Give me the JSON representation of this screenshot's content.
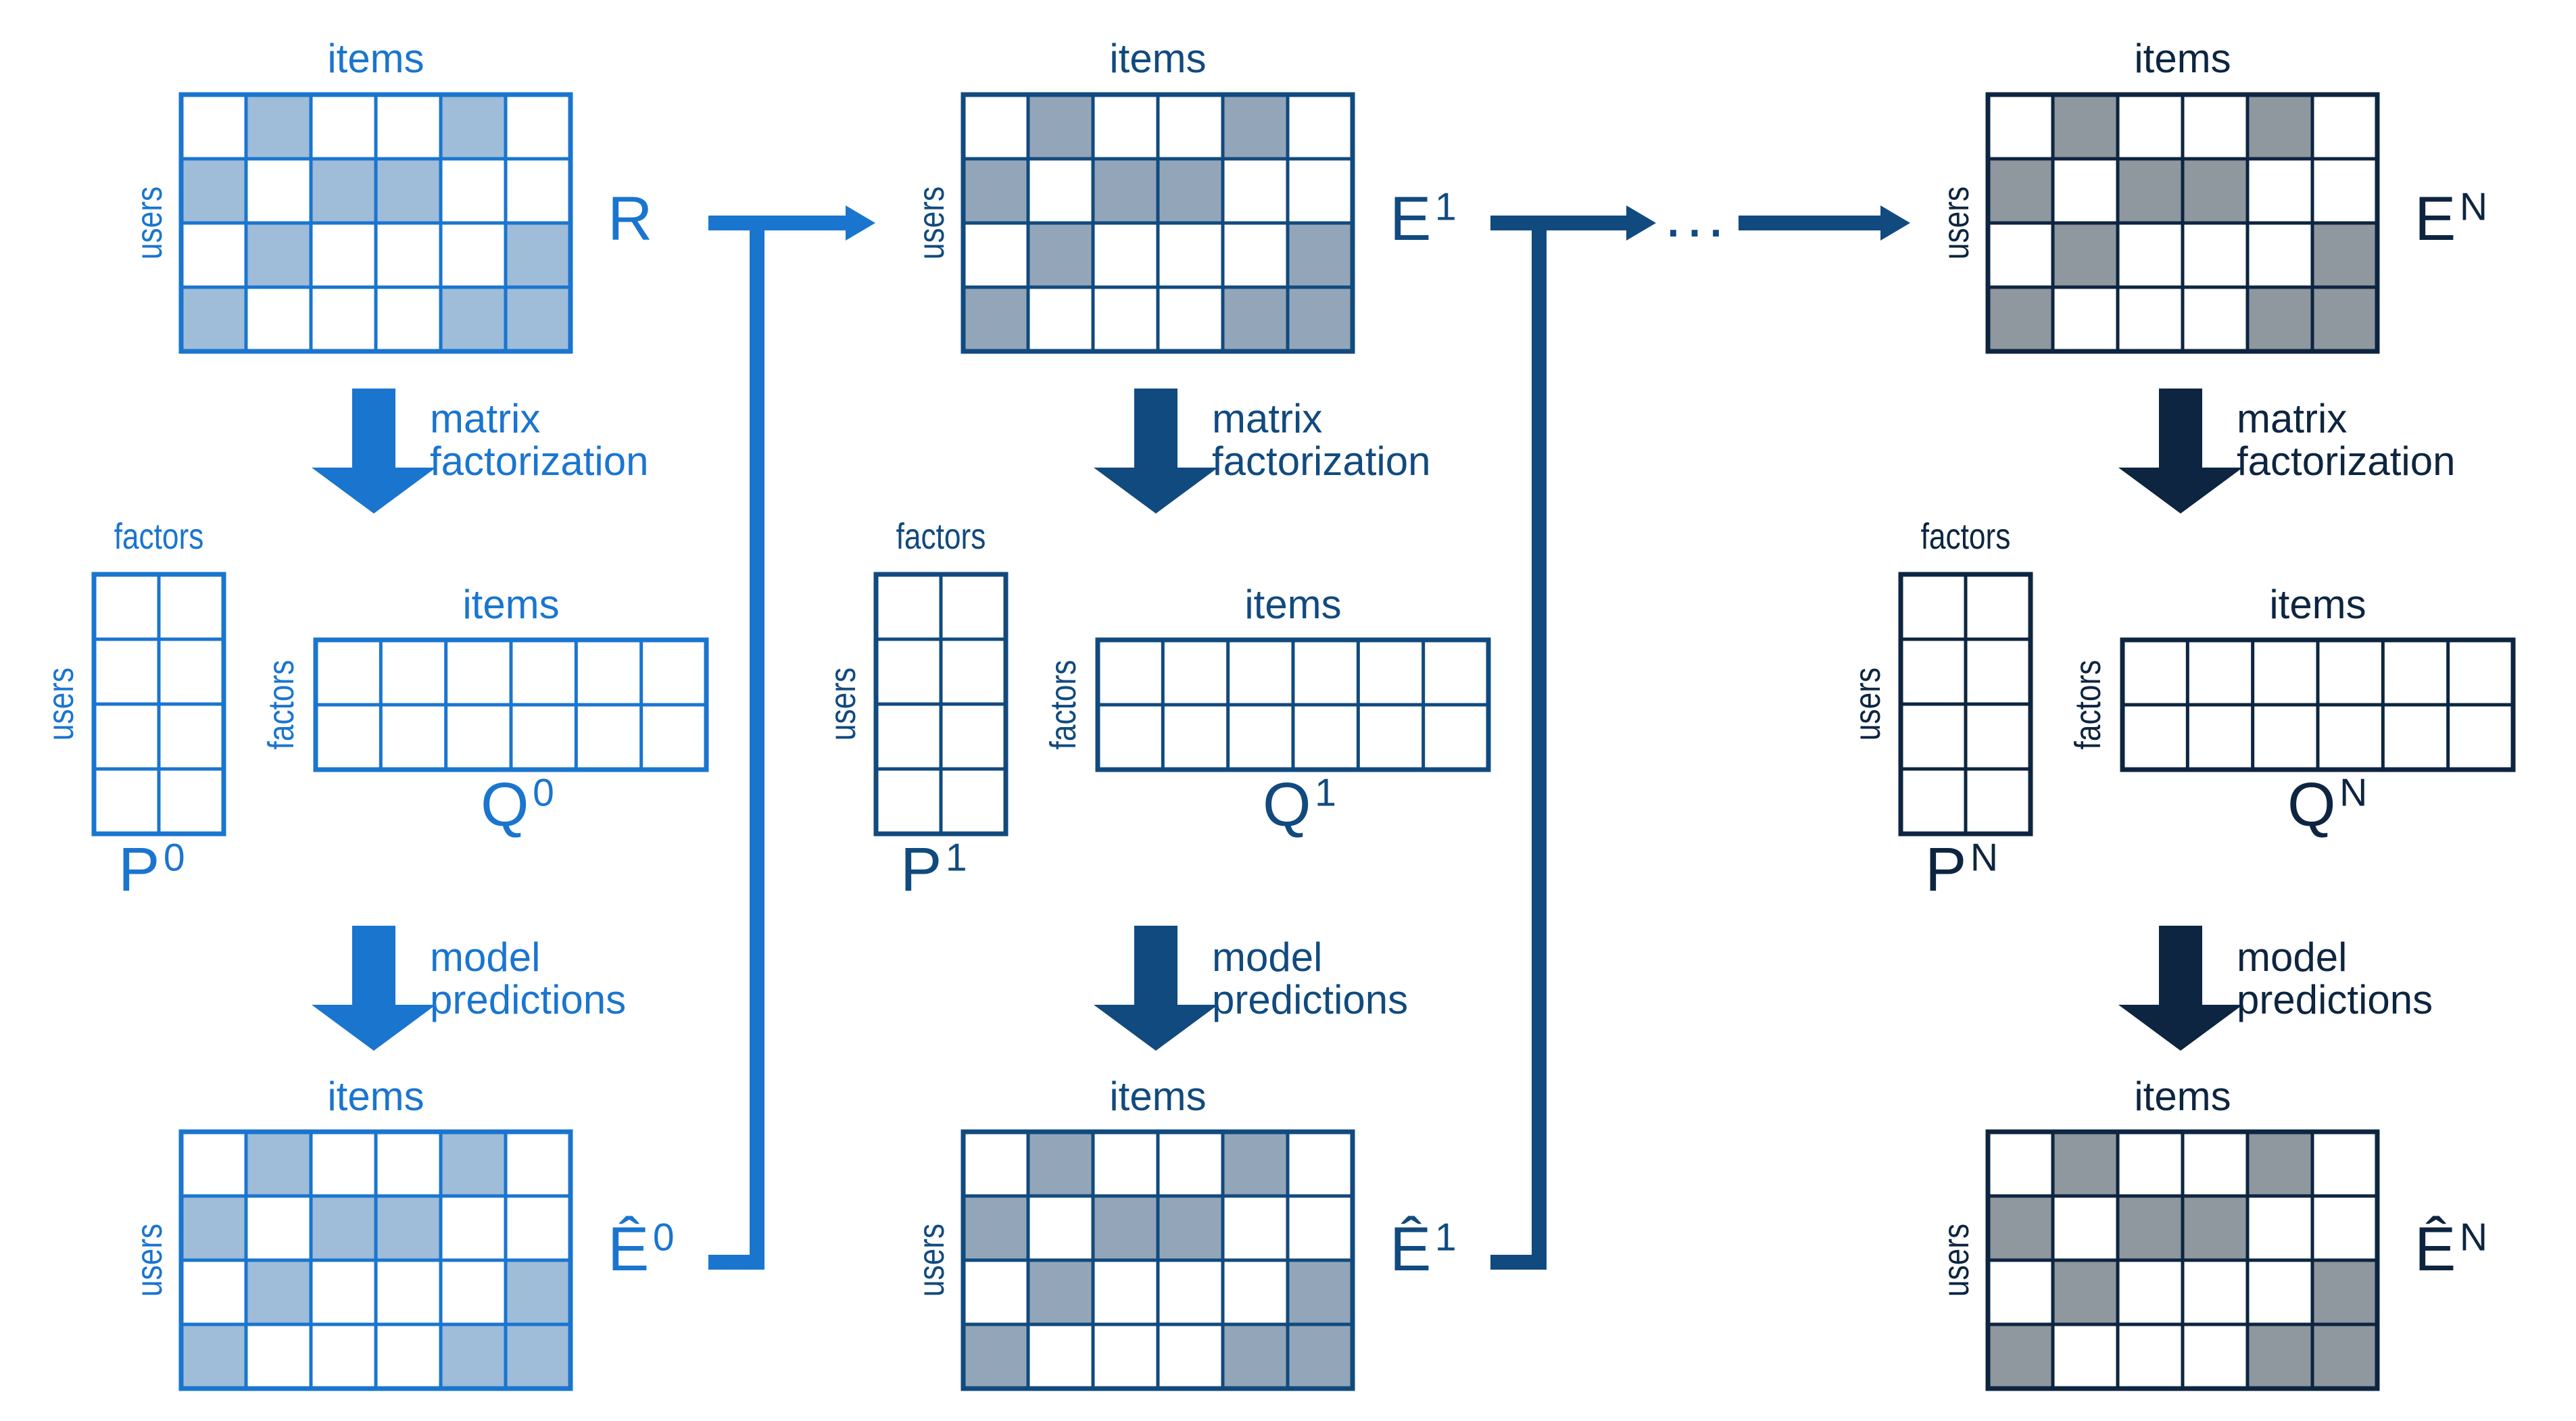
{
  "palette": {
    "stage0": "#1a75cf",
    "stage1": "#114a7e",
    "stageN": "#0d2540",
    "fill0": "#9fbcd8",
    "fill1": "#93a6b9",
    "fillN": "#8f979f"
  },
  "labels": {
    "items": "items",
    "users": "users",
    "factors": "factors",
    "ellipsis": "..."
  },
  "steps": {
    "mf_line1": "matrix",
    "mf_line2": "factorization",
    "mp_line1": "model",
    "mp_line2": "predictions"
  },
  "stages": [
    {
      "id": "s0",
      "color_key": "stage0",
      "fill_key": "fill0",
      "input": {
        "base": "R",
        "sup": ""
      },
      "p": {
        "base": "P",
        "sup": "0"
      },
      "q": {
        "base": "Q",
        "sup": "0"
      },
      "out": {
        "base": "Ê",
        "sup": "0"
      }
    },
    {
      "id": "s1",
      "color_key": "stage1",
      "fill_key": "fill1",
      "input": {
        "base": "E",
        "sup": "1"
      },
      "p": {
        "base": "P",
        "sup": "1"
      },
      "q": {
        "base": "Q",
        "sup": "1"
      },
      "out": {
        "base": "Ê",
        "sup": "1"
      }
    },
    {
      "id": "sN",
      "color_key": "stageN",
      "fill_key": "fillN",
      "input": {
        "base": "E",
        "sup": "N"
      },
      "p": {
        "base": "P",
        "sup": "N"
      },
      "q": {
        "base": "Q",
        "sup": "N"
      },
      "out": {
        "base": "Ê",
        "sup": "N"
      }
    }
  ],
  "matrix_pattern": [
    [
      0,
      1,
      0,
      0,
      1,
      0
    ],
    [
      1,
      0,
      1,
      1,
      0,
      0
    ],
    [
      0,
      1,
      0,
      0,
      0,
      1
    ],
    [
      1,
      0,
      0,
      0,
      1,
      1
    ]
  ]
}
